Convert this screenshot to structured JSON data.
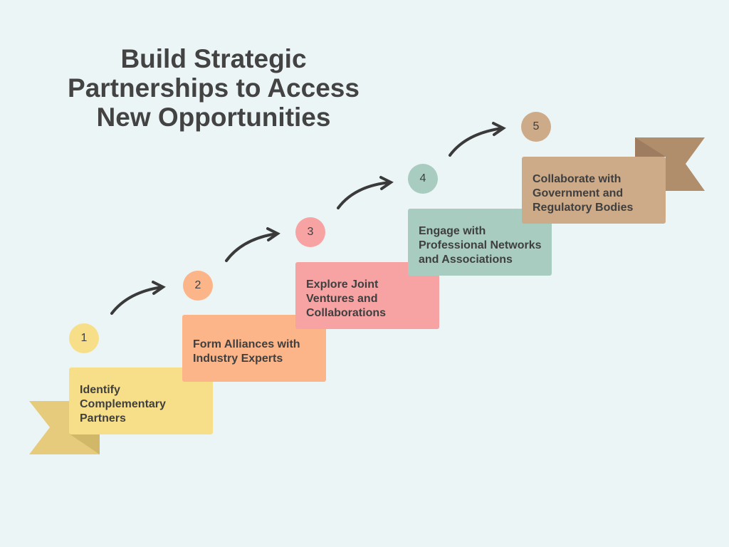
{
  "title": "Build Strategic Partnerships to Access New Opportunities",
  "steps": [
    {
      "number": "1",
      "label": "Identify Complementary Partners",
      "color": "#f7df8a"
    },
    {
      "number": "2",
      "label": "Form Alliances with Industry Experts",
      "color": "#fbb588"
    },
    {
      "number": "3",
      "label": "Explore Joint Ventures and Collaborations",
      "color": "#f7a3a3"
    },
    {
      "number": "4",
      "label": "Engage with Professional Networks and Associations",
      "color": "#a8ccbf"
    },
    {
      "number": "5",
      "label": "Collaborate with Government and Regulatory Bodies",
      "color": "#cdaa88"
    }
  ]
}
